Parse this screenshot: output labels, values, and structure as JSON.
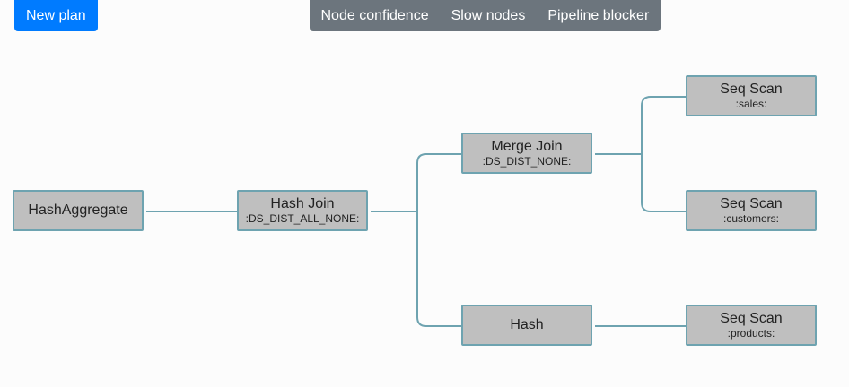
{
  "toolbar": {
    "new_plan_label": "New plan",
    "view_buttons": [
      "Node confidence",
      "Slow nodes",
      "Pipeline blocker"
    ]
  },
  "nodes": {
    "hash_aggregate": {
      "title": "HashAggregate",
      "sub": ""
    },
    "hash_join": {
      "title": "Hash Join",
      "sub": ":DS_DIST_ALL_NONE:"
    },
    "merge_join": {
      "title": "Merge Join",
      "sub": ":DS_DIST_NONE:"
    },
    "hash": {
      "title": "Hash",
      "sub": ""
    },
    "seq_scan_sales": {
      "title": "Seq Scan",
      "sub": ":sales:"
    },
    "seq_scan_customers": {
      "title": "Seq Scan",
      "sub": ":customers:"
    },
    "seq_scan_products": {
      "title": "Seq Scan",
      "sub": ":products:"
    }
  },
  "colors": {
    "primary_button": "#007bff",
    "button_group": "#6c757d",
    "node_fill": "#bfbfbf",
    "node_border": "#6ea3b0",
    "edge": "#6ea3b0"
  }
}
